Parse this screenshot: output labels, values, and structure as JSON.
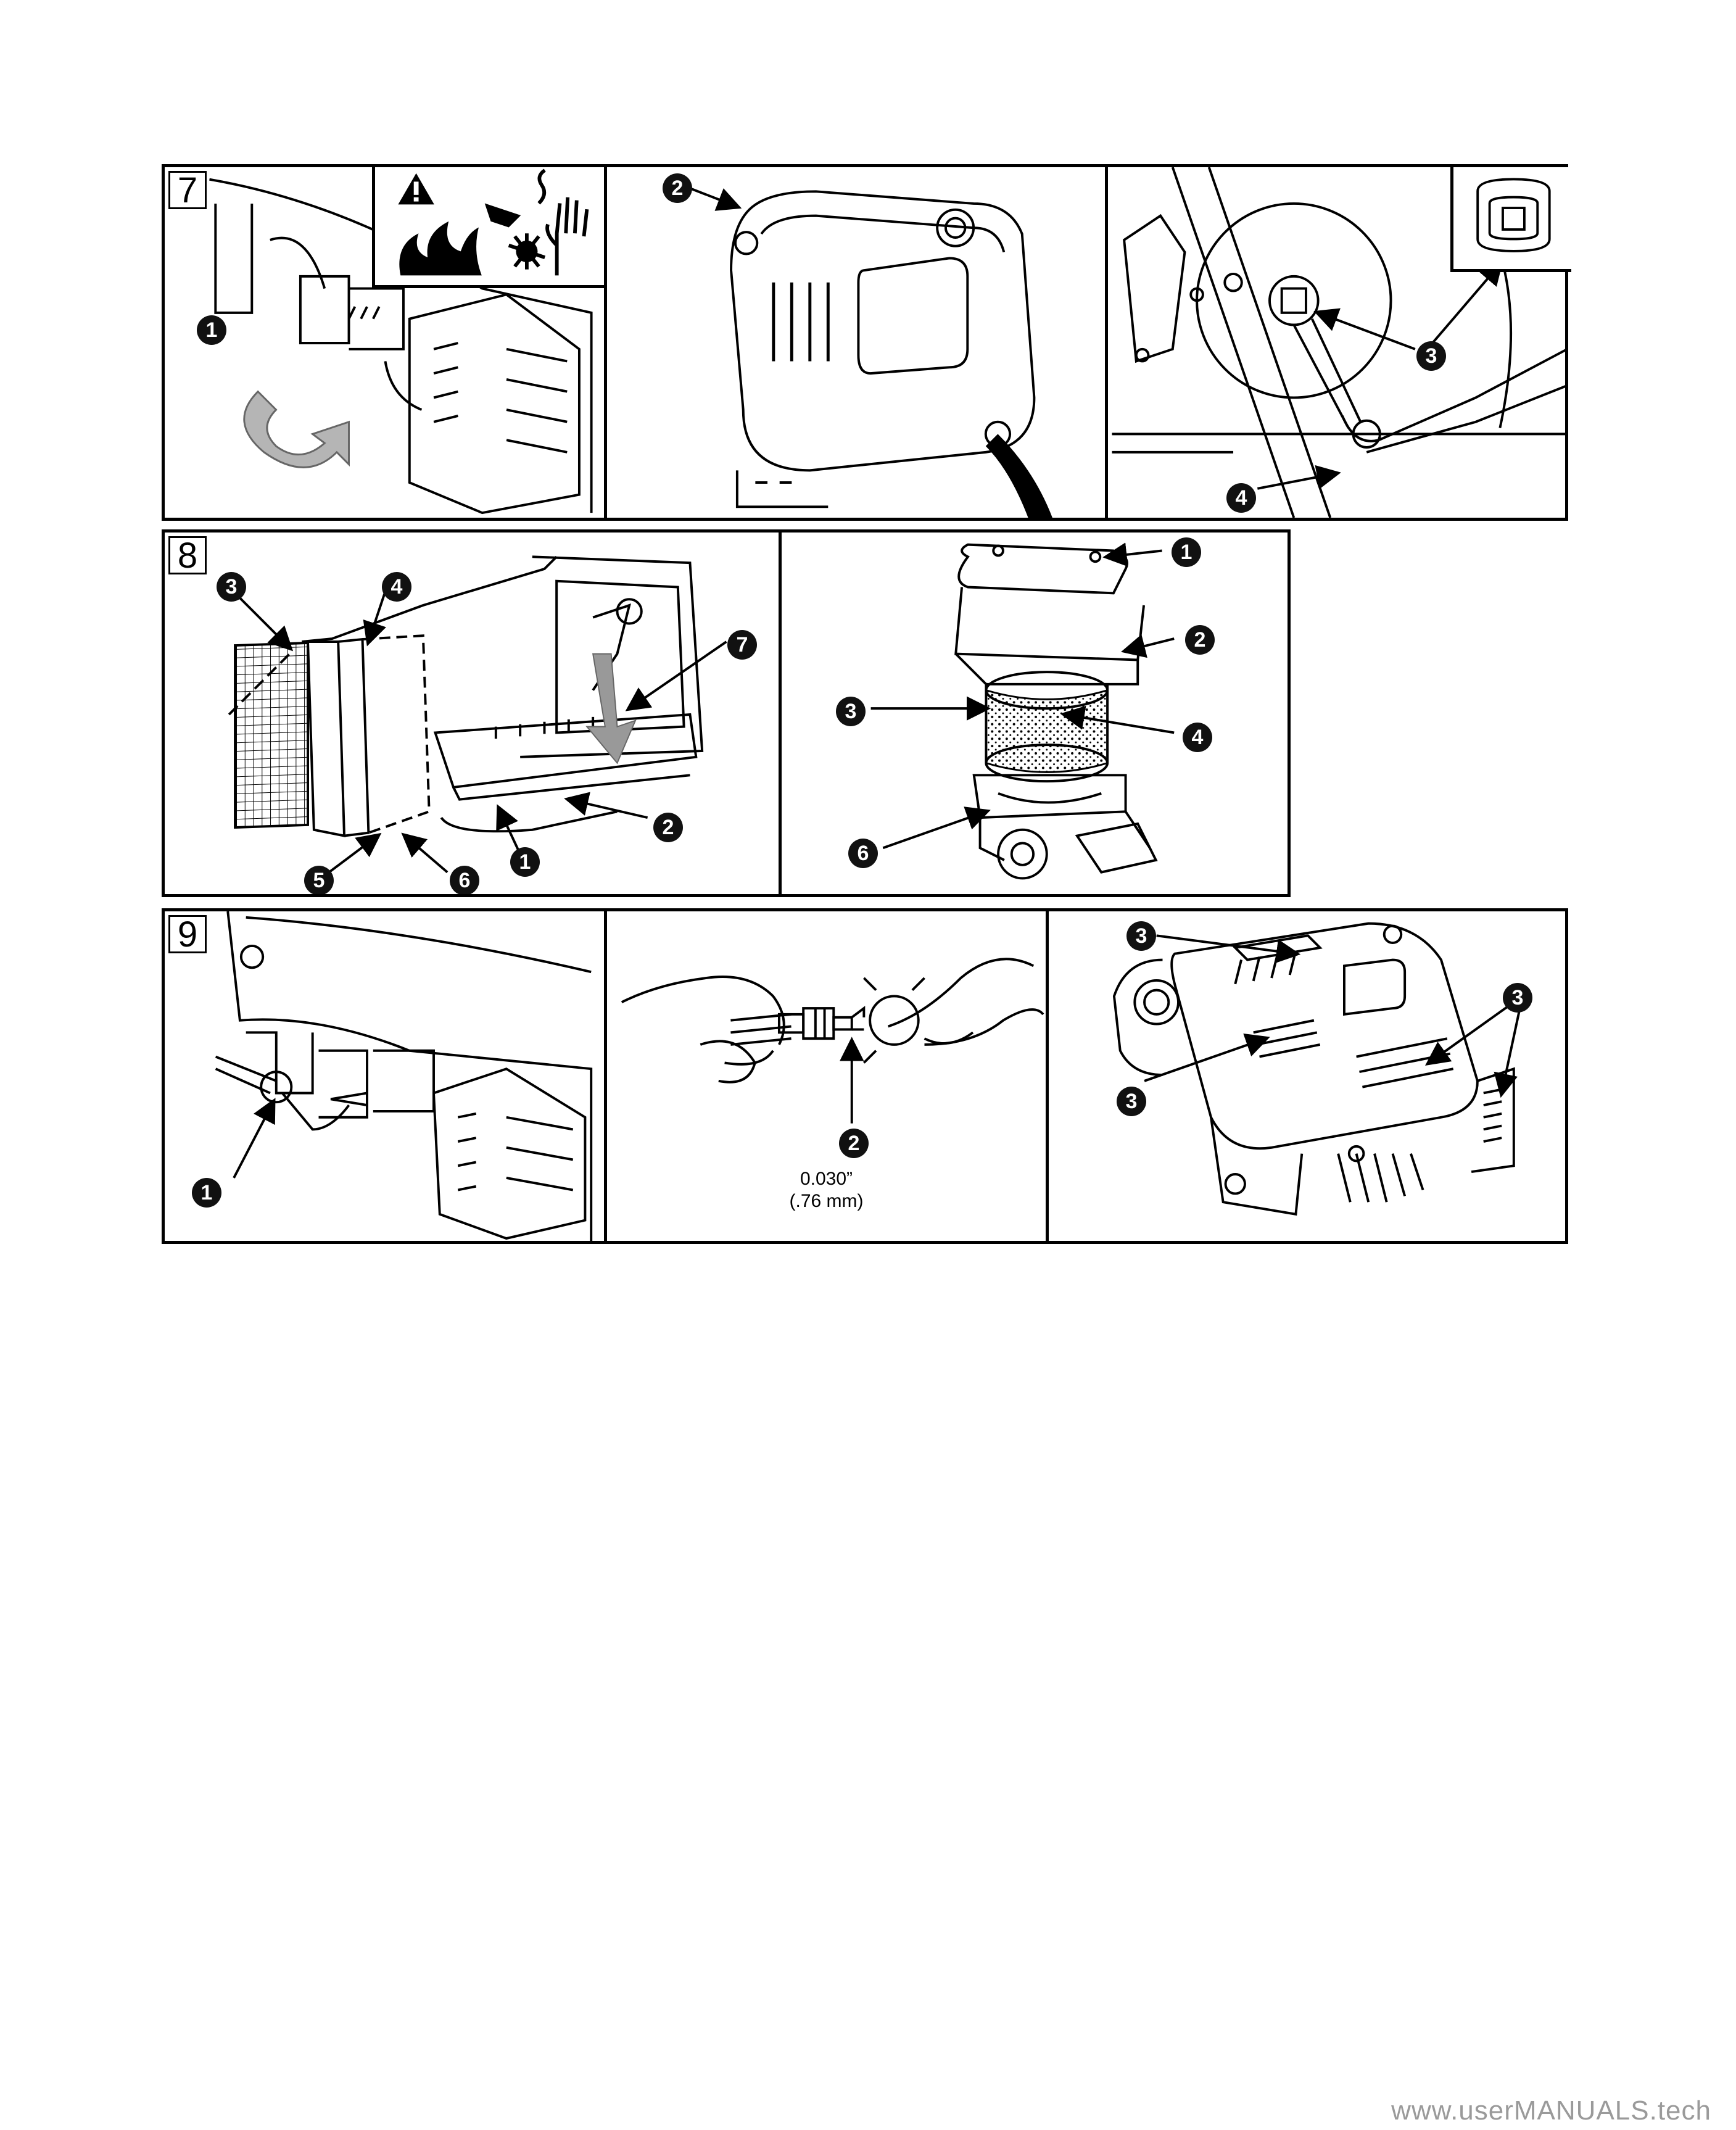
{
  "steps": [
    {
      "number": "7",
      "panels": [
        {
          "callouts": [
            "1"
          ]
        },
        {
          "callouts": [
            "2"
          ]
        },
        {
          "callouts": [
            "3",
            "4"
          ]
        }
      ]
    },
    {
      "number": "8",
      "panels": [
        {
          "callouts": [
            "3",
            "4",
            "7",
            "2",
            "1",
            "5",
            "6"
          ]
        },
        {
          "callouts": [
            "1",
            "2",
            "3",
            "4",
            "6"
          ]
        }
      ]
    },
    {
      "number": "9",
      "panels": [
        {
          "callouts": [
            "1"
          ]
        },
        {
          "callouts": [
            "2"
          ],
          "gap_inch": "0.030”",
          "gap_mm": "(.76 mm)"
        },
        {
          "callouts": [
            "3",
            "3",
            "3"
          ]
        }
      ]
    }
  ],
  "warning_icons": [
    "warning-triangle-icon",
    "fire-icon",
    "rotating-blade-cut-icon",
    "hot-surface-hand-icon"
  ],
  "watermark": "www.userMANUALS.tech",
  "colors": {
    "line": "#000000",
    "callout_fill": "#111111",
    "arrow_gray": "#999999",
    "watermark": "#9a9a9a"
  }
}
